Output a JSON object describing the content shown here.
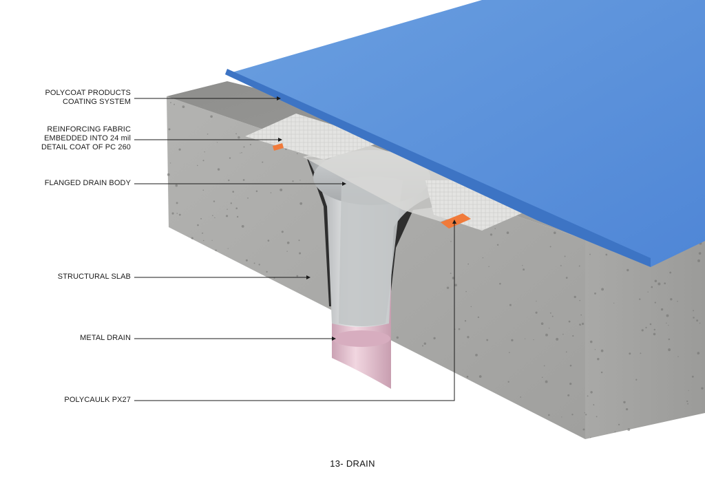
{
  "caption": "13- DRAIN",
  "labels": [
    {
      "id": "coating",
      "lines": [
        "POLYCOAT PRODUCTS",
        "COATING SYSTEM"
      ]
    },
    {
      "id": "fabric",
      "lines": [
        "REINFORCING FABRIC",
        "EMBEDDED INTO 24 mil",
        "DETAIL COAT OF PC 260"
      ]
    },
    {
      "id": "flange",
      "lines": [
        "FLANGED DRAIN BODY"
      ]
    },
    {
      "id": "slab",
      "lines": [
        "STRUCTURAL SLAB"
      ]
    },
    {
      "id": "metal",
      "lines": [
        "METAL DRAIN"
      ]
    },
    {
      "id": "caulk",
      "lines": [
        "POLYCAULK PX27"
      ]
    }
  ],
  "colors": {
    "coating": "#5b92db",
    "concrete": "#a8a8a6",
    "fabric": "#e6e6e4",
    "metal_drain": "#e2bccb",
    "caulk": "#f07a3a",
    "leader": "#1a1a1a"
  }
}
